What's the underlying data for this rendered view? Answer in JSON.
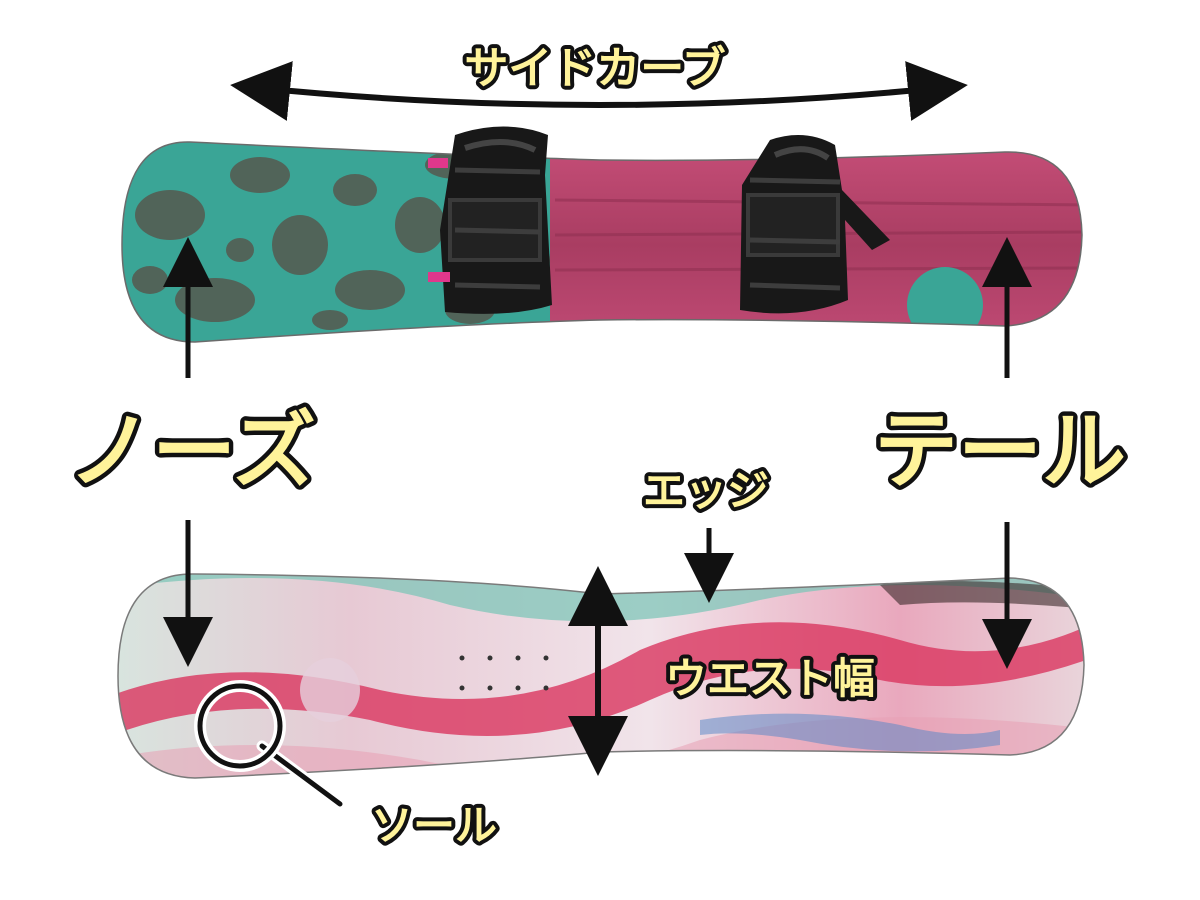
{
  "labels": {
    "sidecut": "サイドカーブ",
    "nose": "ノーズ",
    "tail": "テール",
    "edge": "エッジ",
    "waist_width": "ウエスト幅",
    "sole": "ソール"
  },
  "colors": {
    "label_fill": "#fff39a",
    "label_stroke": "#111111",
    "arrow": "#111111",
    "top_nose_teal": "#3ba79a",
    "top_tail_pink": "#b8456e",
    "base_pink": "#d9365f",
    "base_teal": "#7fc6b8"
  },
  "icons": {
    "binding_front": "snowboard-binding-icon",
    "binding_rear": "snowboard-binding-icon",
    "sole_highlight": "ring-marker-icon"
  }
}
